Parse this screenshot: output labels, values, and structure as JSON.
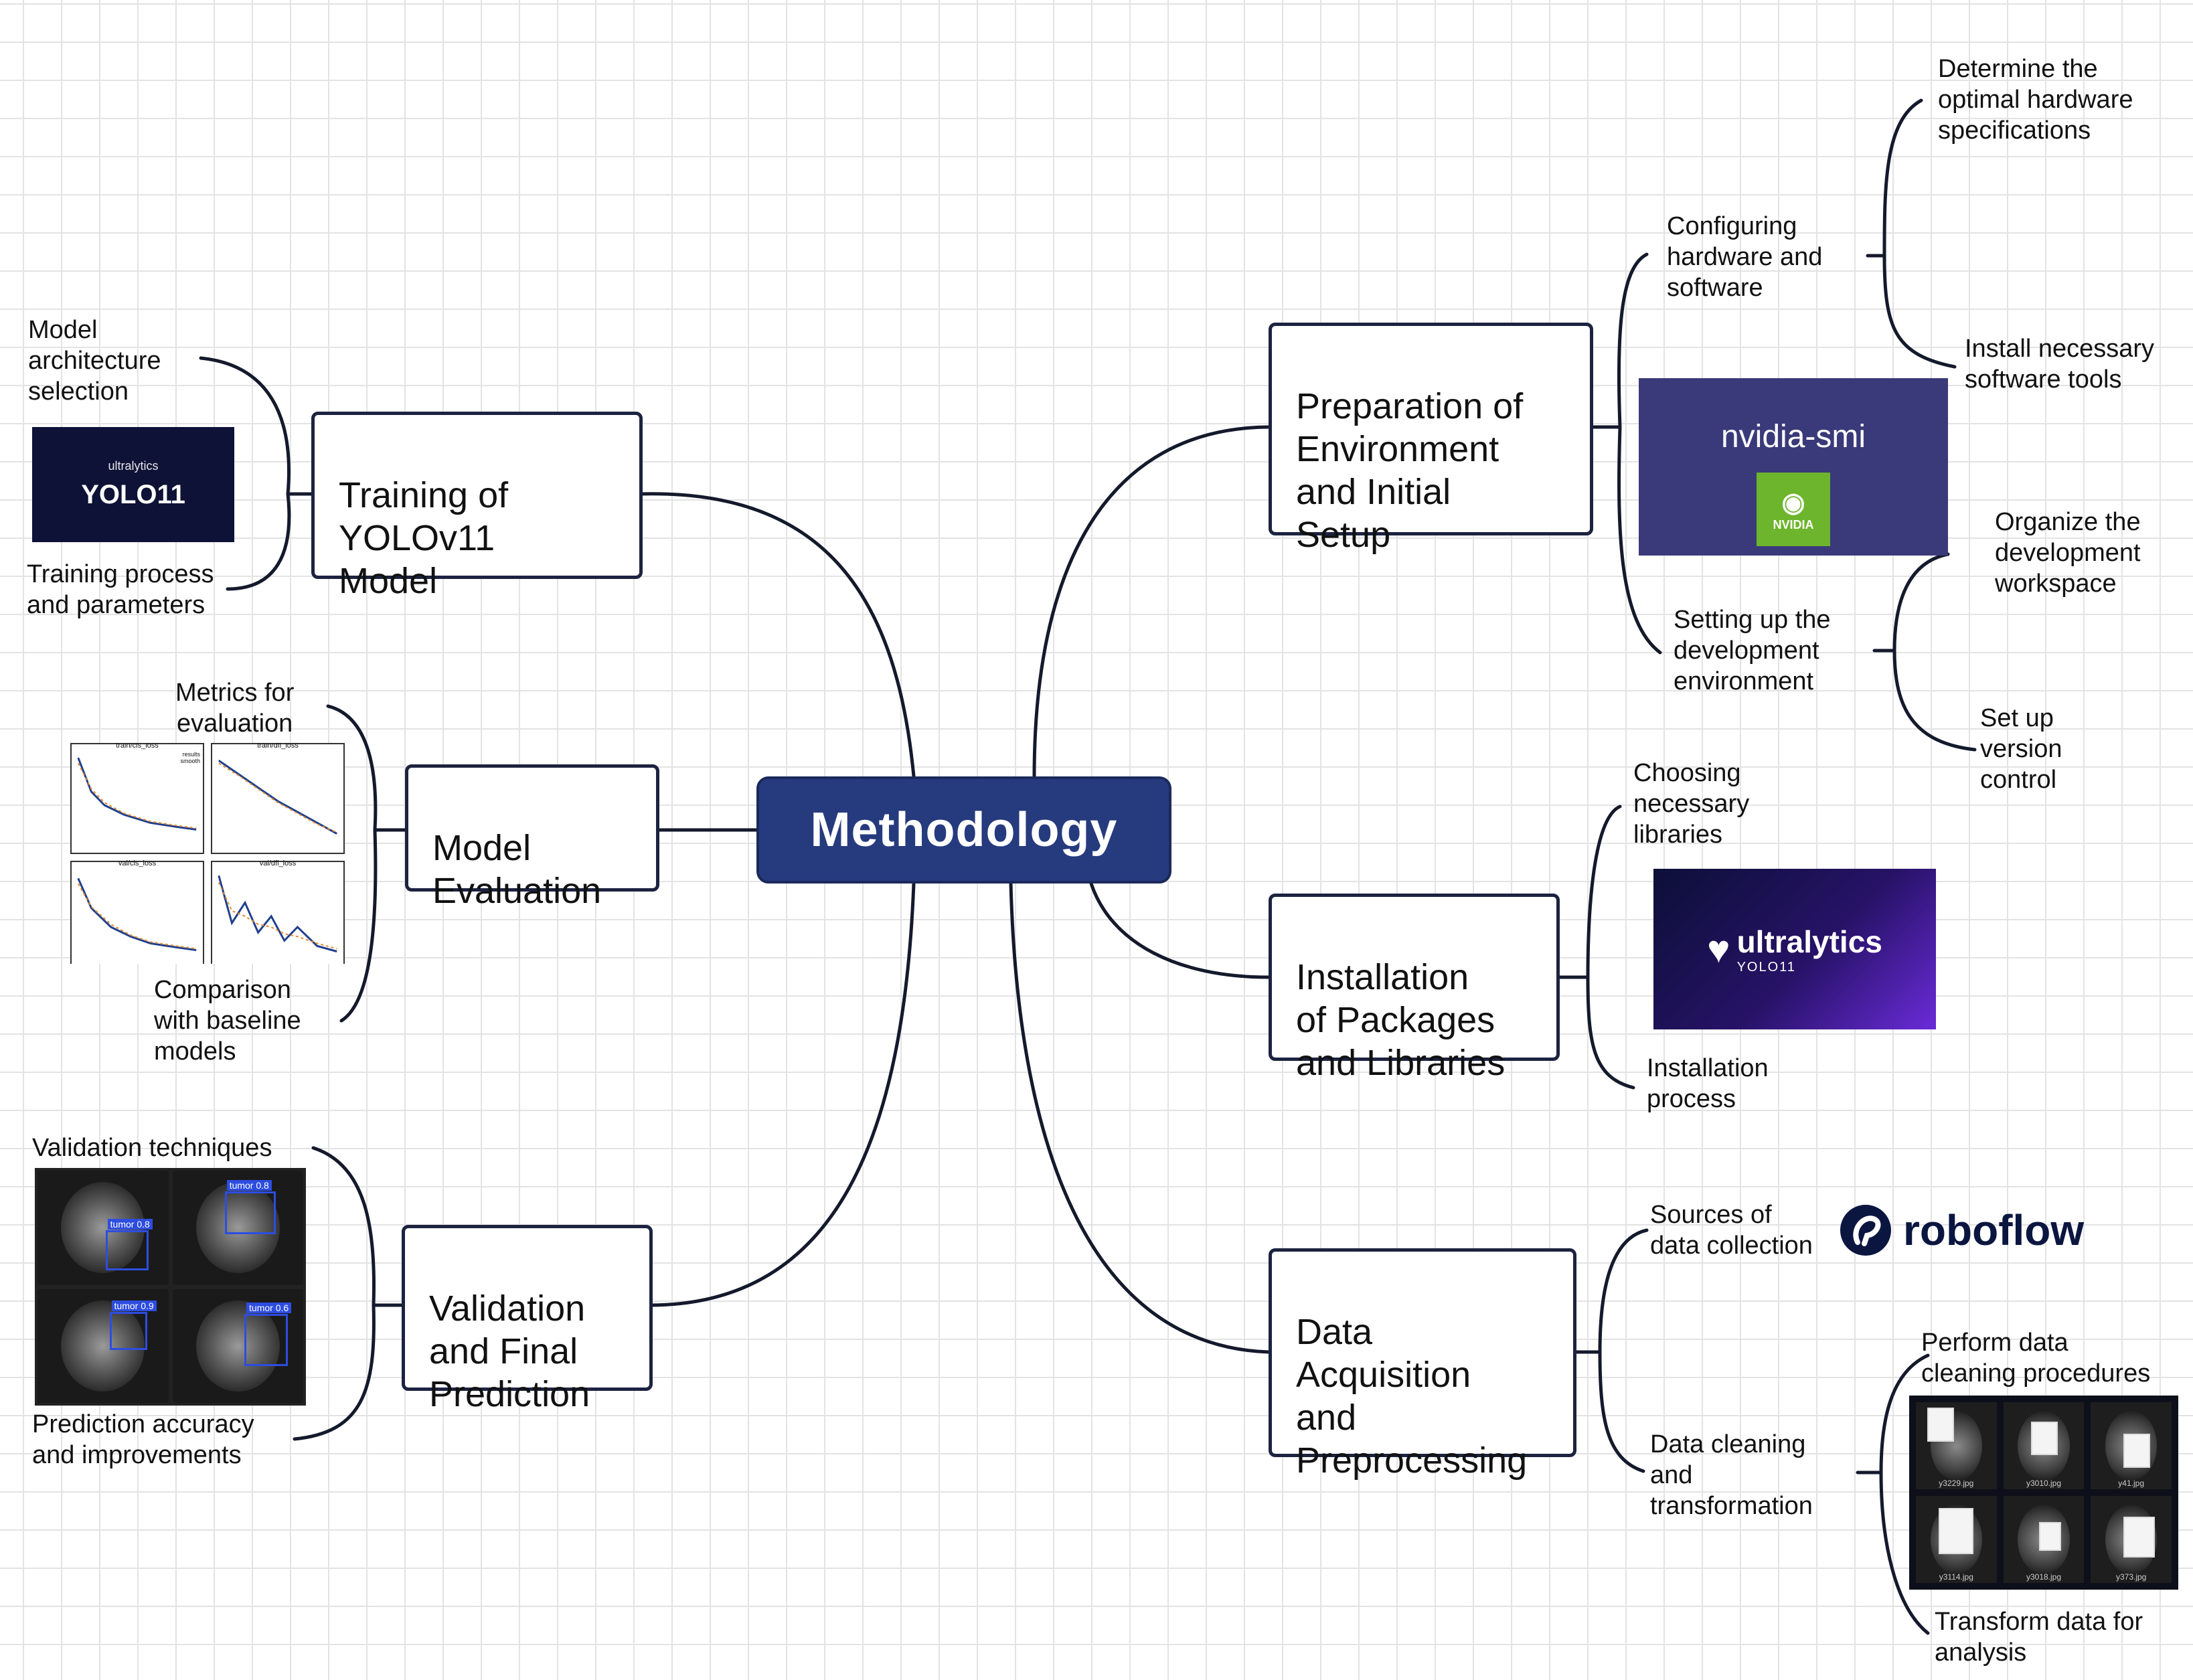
{
  "center": {
    "label": "Methodology"
  },
  "left_topics": {
    "training": {
      "label": "Training of\nYOLOv11\nModel",
      "leaves": [
        "Model\narchitecture\nselection",
        "Training process\nand parameters"
      ],
      "image": {
        "brand": "ultralytics",
        "title": "YOLO11"
      }
    },
    "evaluation": {
      "label": "Model\nEvaluation",
      "leaves": [
        "Metrics for\nevaluation",
        "Comparison\nwith baseline\nmodels"
      ],
      "plots": [
        {
          "title": "train/cls_loss",
          "legend": [
            "results",
            "smooth"
          ]
        },
        {
          "title": "train/dfl_loss"
        },
        {
          "title": "val/cls_loss"
        },
        {
          "title": "val/dfl_loss"
        }
      ]
    },
    "validation": {
      "label": "Validation\nand Final\nPrediction",
      "leaves": [
        "Validation techniques",
        "Prediction accuracy\nand improvements"
      ],
      "detections": [
        "tumor 0.8",
        "tumor 0.8",
        "tumor 0.9",
        "tumor 0.6"
      ]
    }
  },
  "right_topics": {
    "preparation": {
      "label": "Preparation of\nEnvironment\nand Initial\nSetup",
      "sub1": {
        "label": "Configuring\nhardware and\nsoftware",
        "leaves": [
          "Determine the\noptimal hardware\nspecifications",
          "Install necessary\nsoftware tools"
        ]
      },
      "sub2": {
        "label": "Setting up the\ndevelopment\nenvironment",
        "leaves": [
          "Organize the\ndevelopment\nworkspace",
          "Set up\nversion\ncontrol"
        ]
      },
      "image": {
        "title": "nvidia-smi",
        "logo": "NVIDIA"
      }
    },
    "installation": {
      "label": "Installation\nof Packages\nand Libraries",
      "leaves": [
        "Choosing\nnecessary\nlibraries",
        "Installation\nprocess"
      ],
      "image": {
        "name": "ultralytics",
        "sub": "YOLO11"
      }
    },
    "data": {
      "label": "Data\nAcquisition\nand\nPreprocessing",
      "sub1": {
        "label": "Sources of\ndata collection"
      },
      "sub2": {
        "label": "Data cleaning\nand\ntransformation",
        "leaves": [
          "Perform data\ncleaning procedures",
          "Transform data for\nanalysis"
        ]
      },
      "logo": {
        "name": "roboflow"
      },
      "dataset_captions": [
        "y3229.jpg",
        "y3010.jpg",
        "y41.jpg",
        "y3114.jpg",
        "y3018.jpg",
        "y373.jpg"
      ]
    }
  },
  "colors": {
    "center_fill": "#263a7e",
    "box_border": "#1c2340",
    "connector": "#141a2c"
  }
}
